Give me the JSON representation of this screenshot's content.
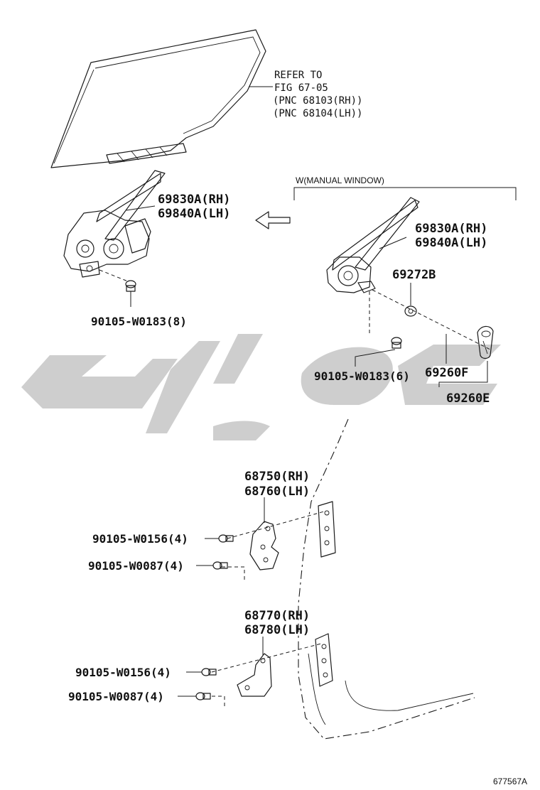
{
  "refer": {
    "line1": "REFER TO",
    "line2": "FIG 67-05",
    "line3": "(PNC 68103(RH))",
    "line4": "(PNC 68104(LH))"
  },
  "manual_window_note": "W(MANUAL WINDOW)",
  "regulator_power": {
    "rh": "69830A(RH)",
    "lh": "69840A(LH)"
  },
  "regulator_manual": {
    "rh": "69830A(RH)",
    "lh": "69840A(LH)"
  },
  "bolt_power": "90105-W0183(8)",
  "bolt_manual": "90105-W0183(6)",
  "washer": "69272B",
  "handle_f": "69260F",
  "handle_e": "69260E",
  "upper_hinge": {
    "rh": "68750(RH)",
    "lh": "68760(LH)"
  },
  "upper_hinge_bolt_a": "90105-W0156(4)",
  "upper_hinge_bolt_b": "90105-W0087(4)",
  "lower_hinge": {
    "rh": "68770(RH)",
    "lh": "68780(LH)"
  },
  "lower_hinge_bolt_a": "90105-W0156(4)",
  "lower_hinge_bolt_b": "90105-W0087(4)",
  "illustration_id": "677567A"
}
